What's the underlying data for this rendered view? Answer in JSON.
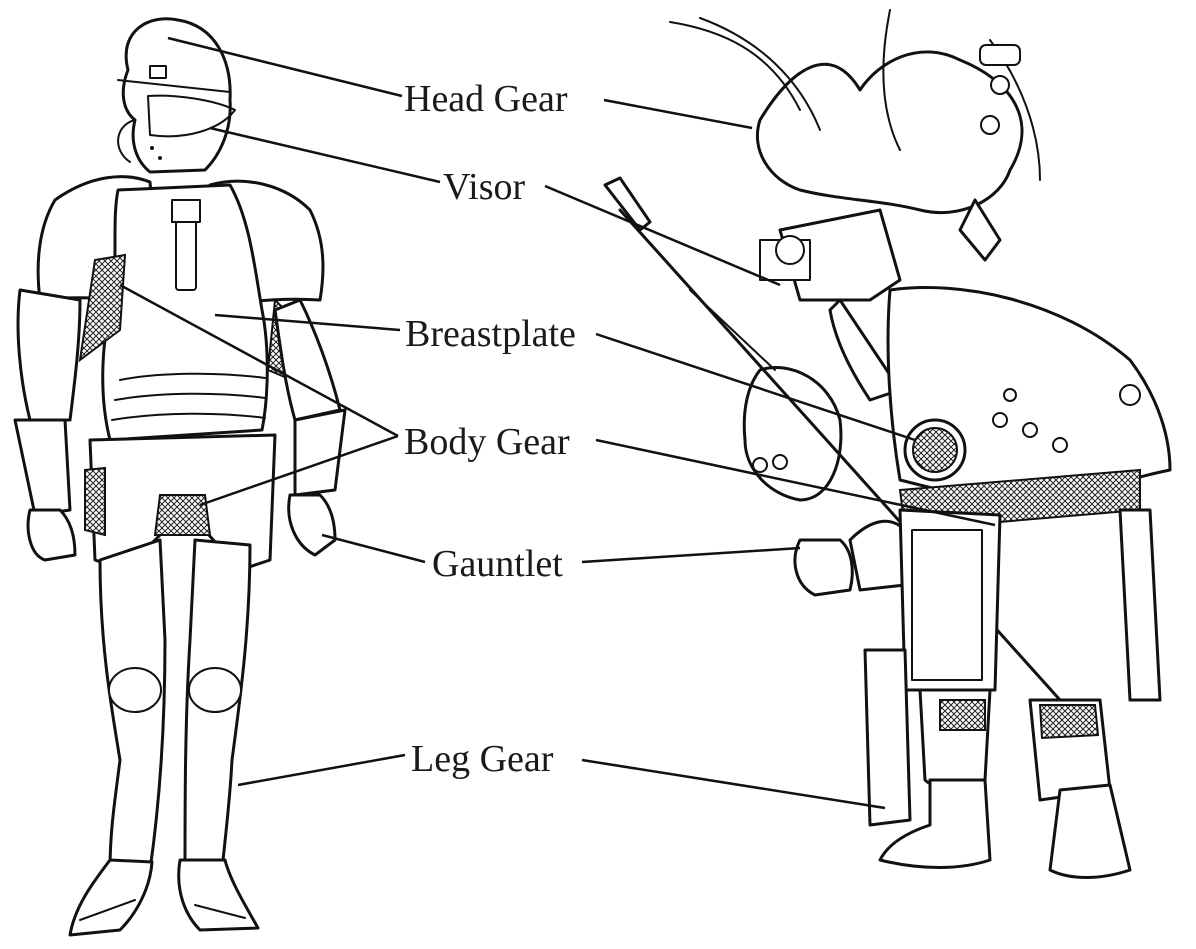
{
  "labels": {
    "head_gear": "Head Gear",
    "visor": "Visor",
    "breastplate": "Breastplate",
    "body_gear": "Body Gear",
    "gauntlet": "Gauntlet",
    "leg_gear": "Leg Gear"
  },
  "figures": {
    "left": "knight-plate-armor",
    "right": "maya-warrior"
  },
  "colors": {
    "ink": "#111111",
    "background": "#ffffff"
  }
}
